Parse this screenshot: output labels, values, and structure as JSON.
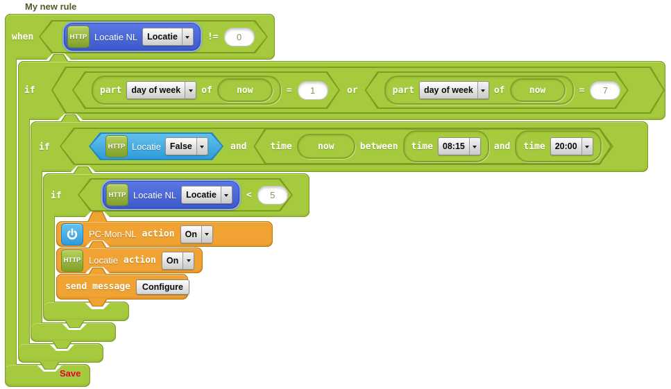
{
  "rule": {
    "title": "My new rule",
    "save_label": "Save"
  },
  "when": {
    "keyword": "when",
    "operator": "!=",
    "value": "0",
    "device": {
      "icon": "http",
      "icon_label": "HTTP",
      "name": "Locatie NL",
      "selected": "Locatie"
    }
  },
  "if_day": {
    "keyword": "if",
    "joiner": "or",
    "left": {
      "part_label": "part",
      "part_selected": "day of week",
      "of_label": "of",
      "now_label": "now",
      "operator": "=",
      "value": "1"
    },
    "right": {
      "part_label": "part",
      "part_selected": "day of week",
      "of_label": "of",
      "now_label": "now",
      "operator": "=",
      "value": "7"
    }
  },
  "if_time": {
    "keyword": "if",
    "joiner": "and",
    "device": {
      "icon": "http",
      "icon_label": "HTTP",
      "name": "Locatie",
      "selected": "False"
    },
    "time": {
      "time_label": "time",
      "now_label": "now",
      "between_label": "between",
      "and_label": "and",
      "start": {
        "time_label": "time",
        "selected": "08:15"
      },
      "end": {
        "time_label": "time",
        "selected": "20:00"
      }
    }
  },
  "if_level": {
    "keyword": "if",
    "operator": "<",
    "value": "5",
    "device": {
      "icon": "http",
      "icon_label": "HTTP",
      "name": "Locatie NL",
      "selected": "Locatie"
    }
  },
  "actions": [
    {
      "icon": "power",
      "name": "PC-Mon-NL",
      "verb": "action",
      "selected": "On"
    },
    {
      "icon": "http",
      "icon_label": "HTTP",
      "name": "Locatie",
      "verb": "action",
      "selected": "On"
    },
    {
      "verb": "send message",
      "button_label": "Configure"
    }
  ],
  "colors": {
    "block_green": "#a5ca3e",
    "green_border": "#7d9c24",
    "block_orange": "#f0a232",
    "orange_border": "#c07a12",
    "device_blue": "#4a67d6",
    "sensor_blue": "#3fa9e4",
    "save_red": "#e30030"
  }
}
